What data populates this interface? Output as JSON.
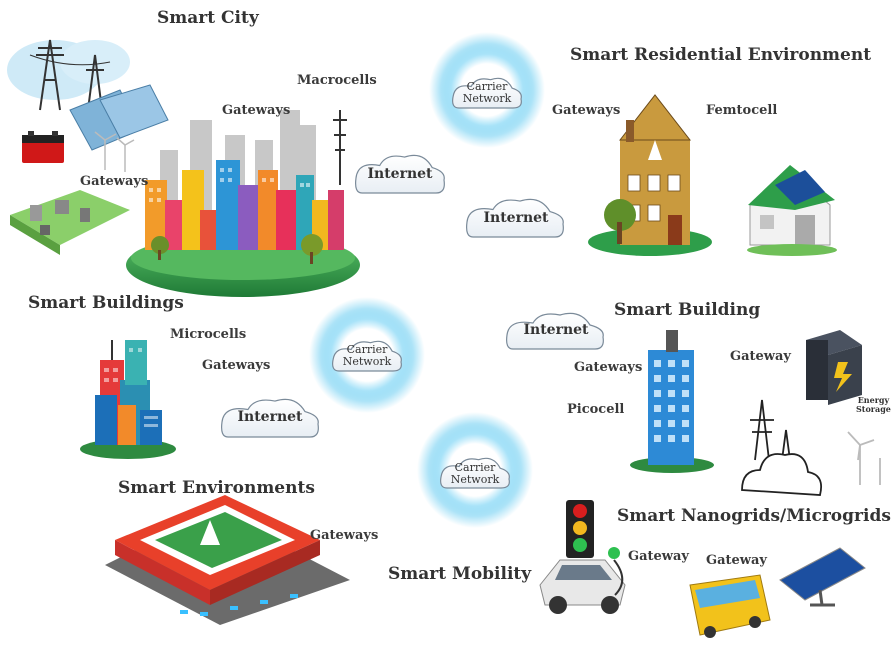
{
  "labels": {
    "smart_city": "Smart City",
    "smart_residential": "Smart Residential Environment",
    "smart_buildings": "Smart Buildings",
    "smart_building": "Smart Building",
    "smart_environments": "Smart Environments",
    "smart_mobility": "Smart Mobility",
    "smart_nanogrids": "Smart Nanogrids/Microgrids",
    "macrocells": "Macrocells",
    "femtocell": "Femtocell",
    "microcells": "Microcells",
    "picocell": "Picocell",
    "energy_storage_line1": "Energy",
    "energy_storage_line2": "Storage"
  },
  "gateways": {
    "city_left": "Gateways",
    "city_top": "Gateways",
    "residential": "Gateways",
    "buildings": "Gateways",
    "building": "Gateways",
    "environments": "Gateways",
    "building_right": "Gateway",
    "mobility": "Gateway",
    "nanogrid": "Gateway"
  },
  "clouds": {
    "internet_label": "Internet",
    "carrier_line1": "Carrier",
    "carrier_line2": "Network"
  },
  "colors": {
    "glow": "#5bc8f0",
    "grass": "#2e9e4a",
    "cloud_stroke": "#7a8a99",
    "title_text": "#333333"
  }
}
